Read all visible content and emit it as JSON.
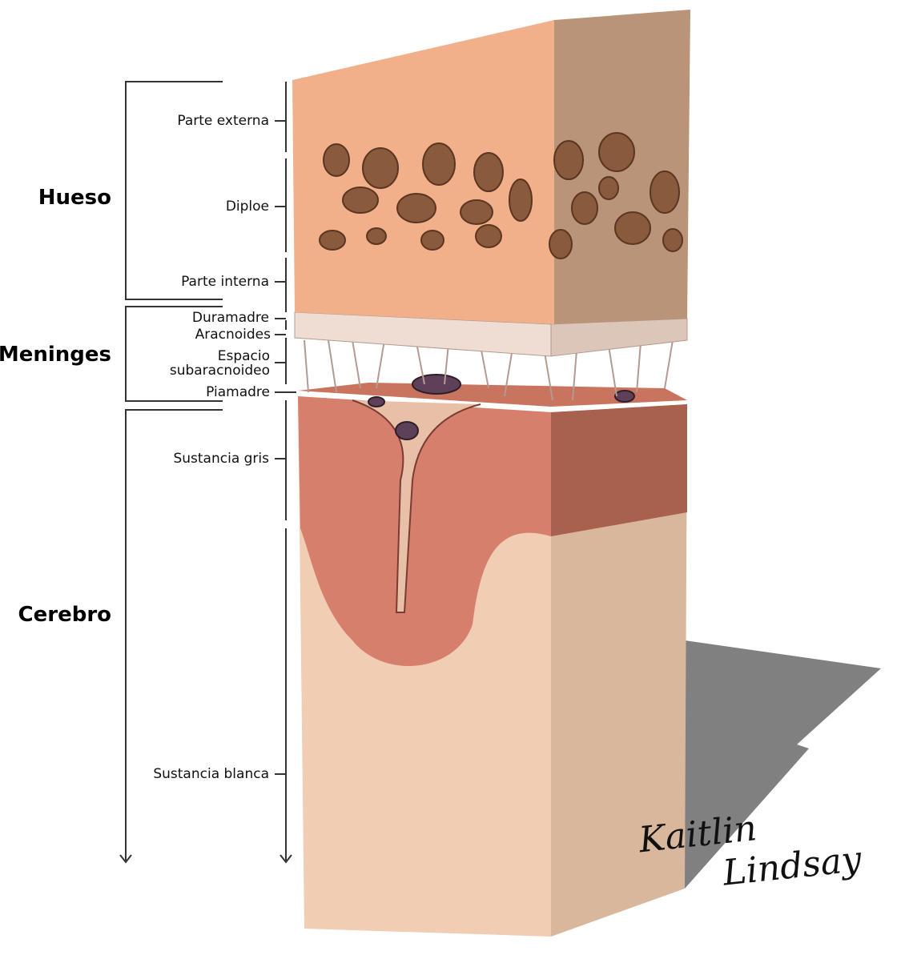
{
  "groups": {
    "bone": "Hueso",
    "meninges": "Meninges",
    "brain": "Cerebro"
  },
  "labels": {
    "outer": "Parte externa",
    "diploe": "Diploe",
    "inner": "Parte interna",
    "dura": "Duramadre",
    "arachnoid": "Aracnoides",
    "subarachnoid_1": "Espacio",
    "subarachnoid_2": "subaracnoideo",
    "pia": "Piamadre",
    "grey": "Sustancia gris",
    "white": "Sustancia blanca"
  },
  "signature": {
    "line1": "Kaitlin",
    "line2": "Lindsay"
  },
  "colors": {
    "bone": "#f2b08a",
    "bone_side": "#b99478",
    "grey_matter": "#d77f6d",
    "white_matter": "#f1cdb3",
    "shadow": "#808080"
  }
}
